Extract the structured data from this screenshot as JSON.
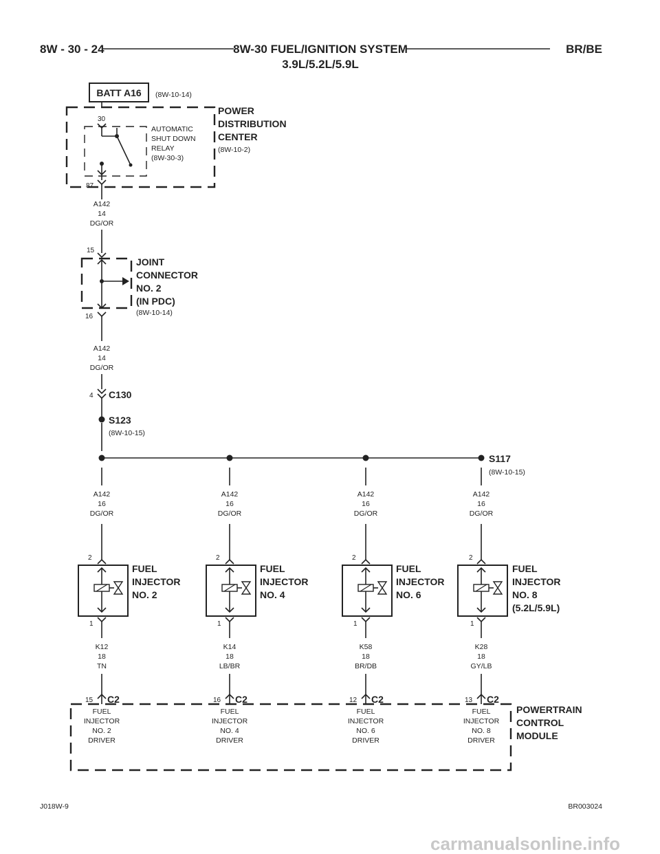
{
  "header": {
    "page_number": "8W - 30 - 24",
    "title_line1": "8W-30 FUEL/IGNITION SYSTEM",
    "title_line2": "3.9L/5.2L/5.9L",
    "model": "BR/BE"
  },
  "battery": {
    "label": "BATT A16",
    "ref": "(8W-10-14)"
  },
  "pdc": {
    "name_lines": [
      "POWER",
      "DISTRIBUTION",
      "CENTER"
    ],
    "ref": "(8W-10-2)",
    "relay_lines": [
      "AUTOMATIC",
      "SHUT DOWN",
      "RELAY",
      "(8W-30-3)"
    ],
    "pin_in": "30",
    "pin_out": "87"
  },
  "wire_pdc_out": [
    "A142",
    "14",
    "DG/OR"
  ],
  "joint_connector": {
    "name_lines": [
      "JOINT",
      "CONNECTOR",
      "NO. 2",
      "(IN PDC)"
    ],
    "ref": "(8W-10-14)",
    "pin_in": "15",
    "pin_out": "16"
  },
  "wire_joint_out": [
    "A142",
    "14",
    "DG/OR"
  ],
  "connector_c130": {
    "pin": "4",
    "label": "C130"
  },
  "splice_s123": {
    "label": "S123",
    "ref": "(8W-10-15)"
  },
  "splice_s117": {
    "label": "S117",
    "ref": "(8W-10-15)"
  },
  "branches": [
    {
      "wire_in": [
        "A142",
        "16",
        "DG/OR"
      ],
      "pin_top": "2",
      "injector_lines": [
        "FUEL",
        "INJECTOR",
        "NO. 2"
      ],
      "pin_bottom": "1",
      "wire_out": [
        "K12",
        "18",
        "TN"
      ],
      "pcm_pin": "15",
      "pcm_conn": "C2",
      "driver_lines": [
        "FUEL",
        "INJECTOR",
        "NO. 2",
        "DRIVER"
      ]
    },
    {
      "wire_in": [
        "A142",
        "16",
        "DG/OR"
      ],
      "pin_top": "2",
      "injector_lines": [
        "FUEL",
        "INJECTOR",
        "NO. 4"
      ],
      "pin_bottom": "1",
      "wire_out": [
        "K14",
        "18",
        "LB/BR"
      ],
      "pcm_pin": "16",
      "pcm_conn": "C2",
      "driver_lines": [
        "FUEL",
        "INJECTOR",
        "NO. 4",
        "DRIVER"
      ]
    },
    {
      "wire_in": [
        "A142",
        "16",
        "DG/OR"
      ],
      "pin_top": "2",
      "injector_lines": [
        "FUEL",
        "INJECTOR",
        "NO. 6"
      ],
      "pin_bottom": "1",
      "wire_out": [
        "K58",
        "18",
        "BR/DB"
      ],
      "pcm_pin": "12",
      "pcm_conn": "C2",
      "driver_lines": [
        "FUEL",
        "INJECTOR",
        "NO. 6",
        "DRIVER"
      ]
    },
    {
      "wire_in": [
        "A142",
        "16",
        "DG/OR"
      ],
      "pin_top": "2",
      "injector_lines": [
        "FUEL",
        "INJECTOR",
        "NO. 8",
        "(5.2L/5.9L)"
      ],
      "pin_bottom": "1",
      "wire_out": [
        "K28",
        "18",
        "GY/LB"
      ],
      "pcm_pin": "13",
      "pcm_conn": "C2",
      "driver_lines": [
        "FUEL",
        "INJECTOR",
        "NO. 8",
        "DRIVER"
      ]
    }
  ],
  "pcm": {
    "name_lines": [
      "POWERTRAIN",
      "CONTROL",
      "MODULE"
    ]
  },
  "footer": {
    "left_code": "J018W-9",
    "right_code": "BR003024"
  },
  "watermark": "carmanualsonline.info"
}
